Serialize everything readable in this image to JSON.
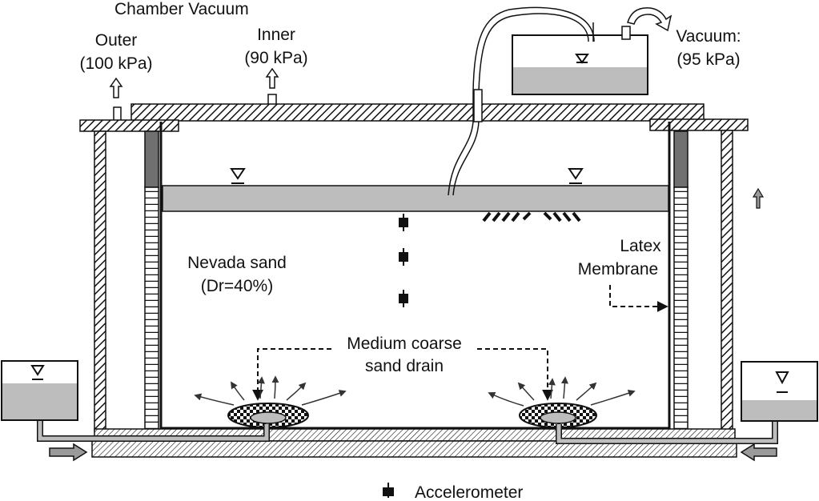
{
  "labels": {
    "chamber_vacuum": "Chamber Vacuum",
    "outer": "Outer",
    "outer_pressure": "(100 kPa)",
    "inner": "Inner",
    "inner_pressure": "(90 kPa)",
    "vacuum": "Vacuum:",
    "vacuum_pressure": "(95 kPa)",
    "sand": "Nevada sand",
    "sand_density": "(Dr=40%)",
    "membrane_line1": "Latex",
    "membrane_line2": "Membrane",
    "drain_line1": "Medium coarse",
    "drain_line2": "sand drain",
    "legend_accelerometer": "Accelerometer"
  },
  "colors": {
    "water": "#bdbdbd",
    "outline": "#111111",
    "membrane_dark": "#707070",
    "arrow_fill": "#9a9a9a"
  }
}
